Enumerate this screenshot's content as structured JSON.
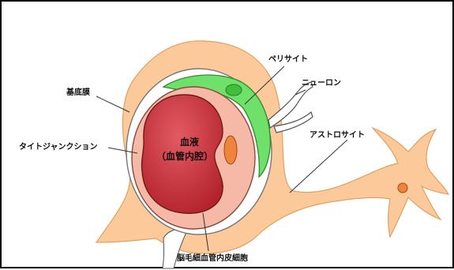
{
  "labels": {
    "pericyte": "ペリサイト",
    "neuron": "ニューロン",
    "basement_membrane": "基底膜",
    "tight_junction": "タイトジャンクション",
    "astrocyte": "アストロサイト",
    "endothelial": "脳毛細血管内皮細胞",
    "blood_line1": "血液",
    "blood_line2": "（血管内腔）"
  },
  "colors": {
    "astrocyte": "#fbc99a",
    "astrocyte_stroke": "#e0a060",
    "endothelium": "#f6b9a8",
    "blood": "#c9303a",
    "pericyte": "#6fe06a",
    "nucleus": "#f0843a",
    "membrane": "#ffffff"
  }
}
